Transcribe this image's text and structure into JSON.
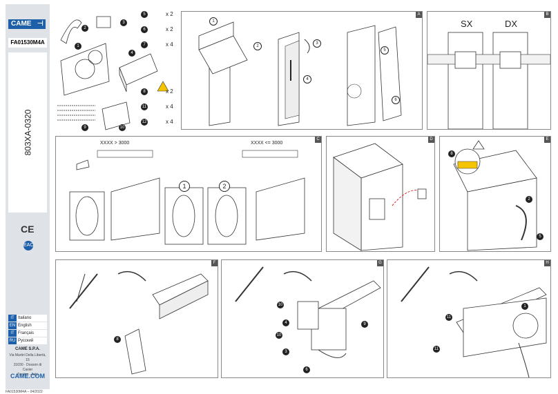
{
  "sidebar": {
    "brand": "CAME",
    "doc_code": "FA01530M4A",
    "model": "803XA-0320",
    "ce": "CE",
    "eac": "EAC",
    "languages": [
      {
        "code": "IT",
        "name": "Italiano"
      },
      {
        "code": "EN",
        "name": "English"
      },
      {
        "code": "IT",
        "name": "Français"
      },
      {
        "code": "RU",
        "name": "Русский"
      }
    ],
    "company": "CAME S.P.A.",
    "address": "Via Martiri Della Libertà, 15\n31030 · Dosson di Casier\nTreviso - Italy",
    "website": "CAME.COM",
    "footer": "FA01530M4A – 04/2022"
  },
  "parts": {
    "callouts": [
      "1",
      "2",
      "3",
      "4",
      "5",
      "6",
      "7",
      "8",
      "9",
      "10",
      "11",
      "12"
    ],
    "quantities": {
      "q5": "x 2",
      "q6": "x 2",
      "q7": "x 4",
      "q8": "x 2",
      "q11": "x 4",
      "q12": "x 4"
    }
  },
  "panels": {
    "a": {
      "tag": "A",
      "steps": [
        "1",
        "2",
        "3",
        "4",
        "5",
        "6"
      ]
    },
    "b": {
      "tag": "B",
      "sx": "SX",
      "dx": "DX"
    },
    "c": {
      "tag": "C",
      "dim_gt": "XXXX > 3000",
      "dim_le": "XXXX <= 3000",
      "steps": [
        "1",
        "2"
      ]
    },
    "d": {
      "tag": "D"
    },
    "e": {
      "tag": "E"
    },
    "f": {
      "tag": "F"
    },
    "g": {
      "tag": "G"
    },
    "h": {
      "tag": "H"
    }
  }
}
